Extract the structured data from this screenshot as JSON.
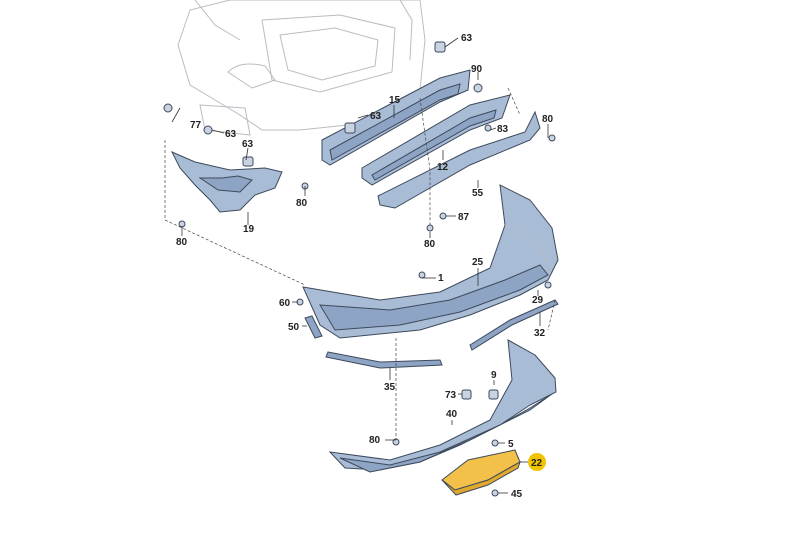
{
  "callouts": {
    "c1": "1",
    "c5": "5",
    "c9": "9",
    "c12": "12",
    "c15": "15",
    "c19": "19",
    "c22": "22",
    "c25": "25",
    "c29": "29",
    "c32": "32",
    "c35": "35",
    "c40": "40",
    "c45": "45",
    "c50": "50",
    "c55": "55",
    "c60": "60",
    "c63a": "63",
    "c63b": "63",
    "c63c": "63",
    "c63d": "63",
    "c73": "73",
    "c77": "77",
    "c80a": "80",
    "c80b": "80",
    "c80c": "80",
    "c80d": "80",
    "c80e": "80",
    "c83": "83",
    "c87": "87",
    "c90": "90"
  },
  "colors": {
    "part_fill": "#a9bcd6",
    "part_shade": "#8ea4c4",
    "highlight": "#f3c14a",
    "badge": "#f2c300",
    "outline": "#3d4a5c",
    "ghost_line": "#b9bcc2"
  },
  "highlighted_part": "22"
}
